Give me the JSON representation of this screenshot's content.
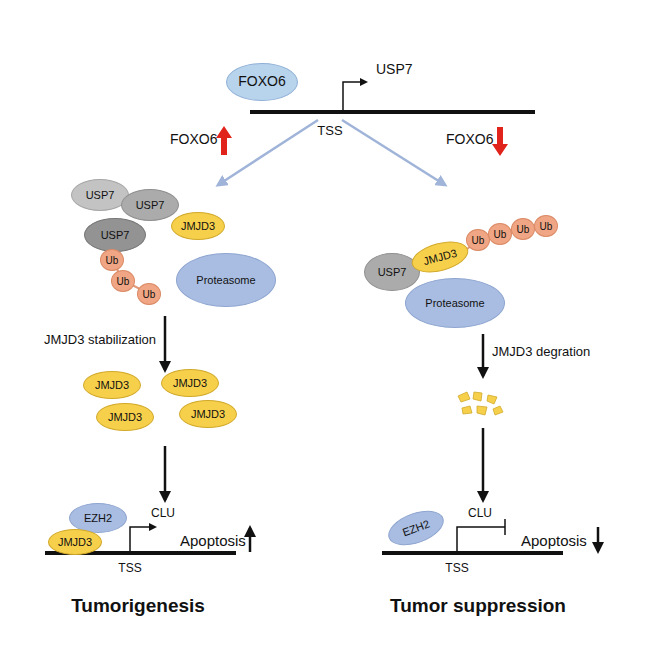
{
  "diagram": {
    "nodes": [
      {
        "text": [
          "FOXO6"
        ]
      },
      {
        "text": [
          "USP7"
        ]
      },
      {
        "text": [
          "USP7"
        ]
      },
      {
        "text": [
          "USP7"
        ]
      },
      {
        "text": [
          "JMJD3"
        ]
      },
      {
        "text": [
          "Ub"
        ]
      },
      {
        "text": [
          "Ub"
        ]
      },
      {
        "text": [
          "Ub"
        ]
      },
      {
        "text": [
          "Proteasome"
        ]
      },
      {
        "text": [
          "USP7"
        ]
      },
      {
        "text": [
          "JMJD3"
        ]
      },
      {
        "text": [
          "Ub"
        ]
      },
      {
        "text": [
          "Ub"
        ]
      },
      {
        "text": [
          "Ub"
        ]
      },
      {
        "text": [
          "Ub"
        ]
      },
      {
        "text": [
          "Proteasome"
        ]
      },
      {
        "text": [
          "JMJD3"
        ]
      },
      {
        "text": [
          "JMJD3"
        ]
      },
      {
        "text": [
          "JMJD3"
        ]
      },
      {
        "text": [
          "JMJD3"
        ]
      },
      {
        "text": [
          "EZH2"
        ]
      },
      {
        "text": [
          "JMJD3"
        ]
      },
      {
        "text": [
          "EZH2"
        ]
      }
    ],
    "labels": [
      "USP7",
      "TSS",
      "FOXO6",
      "FOXO6",
      "JMJD3 stabilization",
      "JMJD3 degration",
      "CLU",
      "TSS",
      "Apoptosis",
      "CLU",
      "TSS",
      "Apoptosis",
      "Tumorigenesis",
      "Tumor suppression"
    ]
  }
}
